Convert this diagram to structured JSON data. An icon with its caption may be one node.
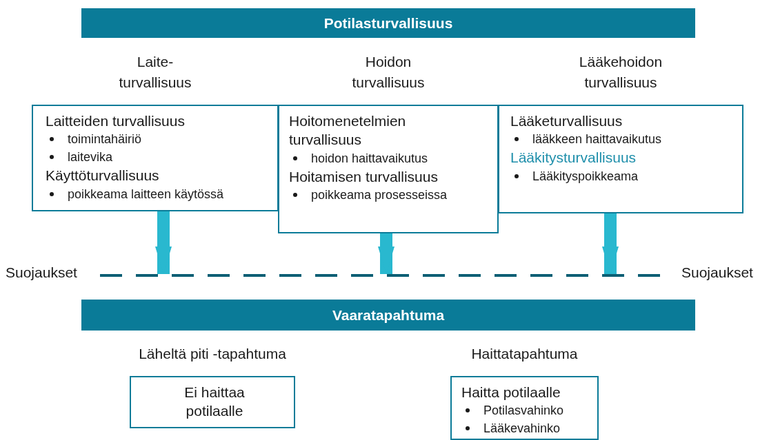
{
  "diagram": {
    "nodes": [
      {
        "text": [
          "Potilasturvallisuus"
        ]
      },
      {
        "text": [
          "Laite- turvallisuus",
          "Laitteiden turvallisuus",
          "toimintahäiriö",
          "laitevika",
          "Käyttöturvallisuus",
          "poikkeama laitteen käytössä"
        ]
      },
      {
        "text": [
          "Hoidon turvallisuus",
          "Hoitomenetelmien turvallisuus",
          "hoidon haittavaikutus",
          "Hoitamisen turvallisuus",
          "poikkeama prosesseissa"
        ]
      },
      {
        "text": [
          "Lääkehoidon turvallisuus",
          "Lääketurvallisuus",
          "lääkkeen haittavaikutus",
          "Lääkitysturvallisuus",
          "Lääkityspoikkeama"
        ]
      },
      {
        "text": [],
        "shape": "bar"
      },
      {
        "text": [
          "Vaaratapahtuma"
        ]
      },
      {
        "text": [
          "Läheltä piti -tapahtuma",
          "Ei haittaa potilaalle"
        ]
      },
      {
        "text": [
          "Haittatapahtuma",
          "Haitta potilaalle",
          "Potilasvahinko",
          "Lääkevahinko"
        ]
      }
    ],
    "edges": [
      {
        "from": 1,
        "to": 4,
        "arrow": "to"
      },
      {
        "from": 2,
        "to": 4,
        "arrow": "to"
      },
      {
        "from": 3,
        "to": 4,
        "arrow": "to"
      }
    ],
    "labels": [
      "Suojaukset",
      "Suojaukset"
    ]
  }
}
